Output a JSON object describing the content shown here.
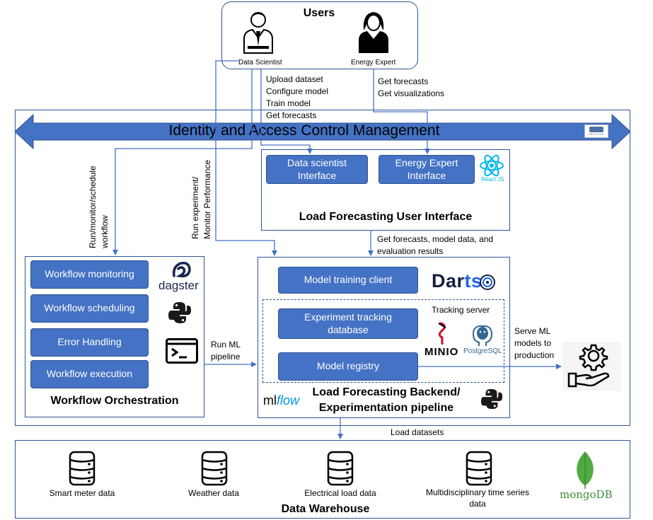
{
  "users": {
    "title": "Users",
    "data_scientist": "Data Scientist",
    "energy_expert": "Energy Expert"
  },
  "user_actions": {
    "data_scientist_actions": [
      "Upload dataset",
      "Configure model",
      "Train model",
      "Get forecasts"
    ],
    "energy_expert_actions": [
      "Get forecasts",
      "Get visualizations"
    ]
  },
  "iam": {
    "title": "Identity and Access Control Management",
    "logo_text": "KEYCLOAK"
  },
  "ui": {
    "title": "Load Forecasting User Interface",
    "data_scientist_interface": "Data scientist Interface",
    "energy_expert_interface": "Energy Expert Interface",
    "react_label": "React JS"
  },
  "edge_labels": {
    "run_monitor_schedule": "Run/monitor/schedule workflow",
    "run_experiment": "Run experiment/ Monitor Performance",
    "get_forecasts_model": "Get forecasts, model data, and evaluation results",
    "run_ml_pipeline": "Run ML pipeline",
    "serve_ml_models": "Serve ML models to production",
    "load_datasets": "Load datasets"
  },
  "orchestration": {
    "title": "Workflow Orchestration",
    "items": [
      "Workflow monitoring",
      "Workflow scheduling",
      "Error Handling",
      "Workflow execution"
    ],
    "dagster_label": "dagster"
  },
  "backend": {
    "title_line1": "Load Forecasting Backend/",
    "title_line2": "Experimentation pipeline",
    "model_training_client": "Model training client",
    "darts_label_a": "Dar",
    "darts_label_b": "ts",
    "tracking_server": "Tracking server",
    "experiment_tracking_db": "Experiment tracking database",
    "model_registry": "Model registry",
    "minio_label": "MINIO",
    "postgres_label": "PostgreSQL",
    "mlflow_label_a": "ml",
    "mlflow_label_b": "flow"
  },
  "warehouse": {
    "title": "Data Warehouse",
    "items": [
      "Smart meter data",
      "Weather data",
      "Electrical load data",
      "Multidisciplinary time series data"
    ],
    "mongodb_label": "mongoDB"
  },
  "colors": {
    "box_blue": "#4472c4",
    "frame_blue": "#2f5597",
    "line_blue": "#4472c4",
    "mongo_green": "#4faa41"
  }
}
